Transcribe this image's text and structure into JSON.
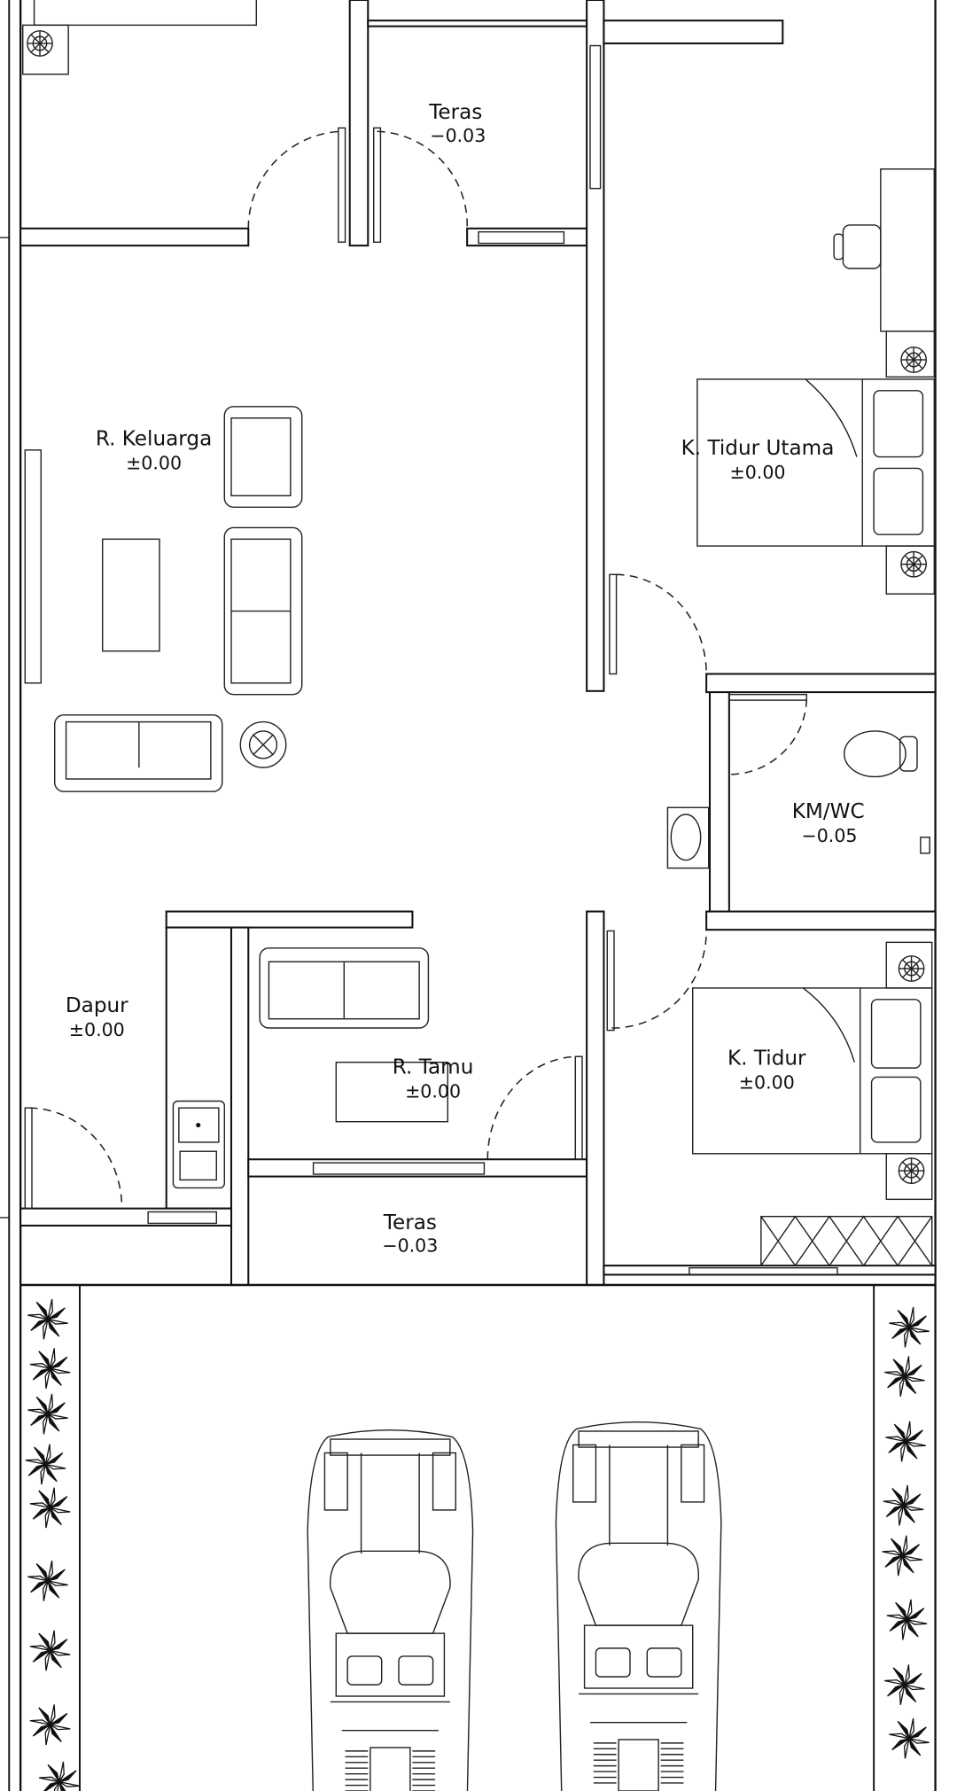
{
  "rooms": {
    "teras_top": {
      "name": "Teras",
      "level": "−0.03"
    },
    "keluarga": {
      "name": "R.  Keluarga",
      "level": "±0.00"
    },
    "tidur_utama": {
      "name": "K.  Tidur  Utama",
      "level": "±0.00"
    },
    "kmwc": {
      "name": "KM/WC",
      "level": "−0.05"
    },
    "dapur": {
      "name": "Dapur",
      "level": "±0.00"
    },
    "tamu": {
      "name": "R.  Tamu",
      "level": "±0.00"
    },
    "tidur": {
      "name": "K.  Tidur",
      "level": "±0.00"
    },
    "teras_bottom": {
      "name": "Teras",
      "level": "−0.03"
    }
  },
  "colors": {
    "line": "#111111",
    "background": "#ffffff"
  }
}
